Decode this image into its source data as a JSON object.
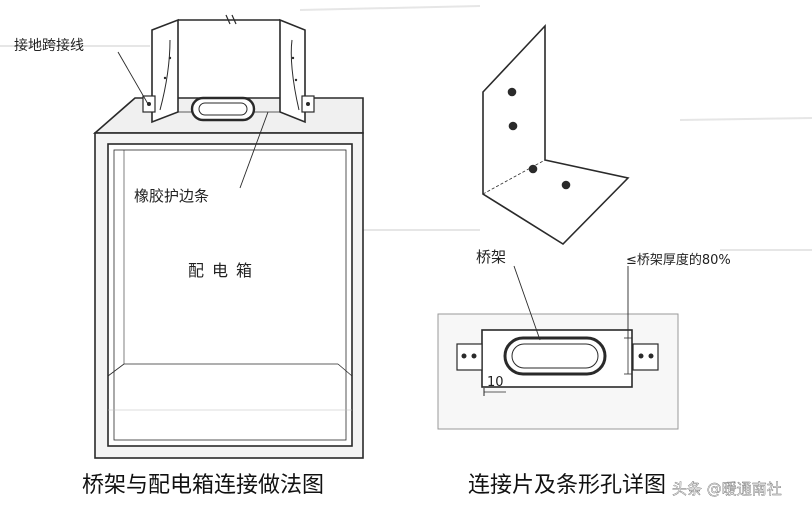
{
  "left_figure": {
    "callouts": {
      "ground_jumper": "接地跨接线",
      "rubber_edge_strip": "橡胶护边条",
      "distribution_box": "配电箱"
    },
    "caption": "桥架与配电箱连接做法图"
  },
  "right_figure": {
    "callouts": {
      "cable_tray": "桥架",
      "tray_thickness_limit": "≤桥架厚度的80%",
      "dimension_10": "10"
    },
    "caption": "连接片及条形孔详图"
  },
  "watermark": "头条 @暖通南社",
  "colors": {
    "line": "#2a2a2a",
    "box_fill": "#f2f2f2",
    "panel_fill": "#f7f7f7"
  }
}
